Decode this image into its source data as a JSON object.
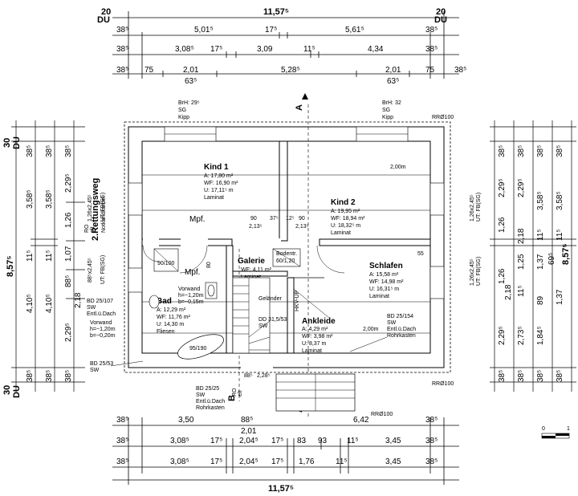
{
  "dims": {
    "top_du_left": [
      "20",
      "DU"
    ],
    "top_du_right": [
      "20",
      "DU"
    ],
    "top_total": "11,57⁵",
    "top_row1": [
      "38⁵",
      "5,01⁵",
      "17⁵",
      "5,61⁵",
      "38⁵"
    ],
    "top_row2": [
      "38⁵",
      "3,08⁵",
      "17⁵",
      "3,09",
      "11⁵",
      "4,34",
      "38⁵"
    ],
    "top_row3": [
      "38⁵",
      "75",
      "2,01",
      "63⁵",
      "5,28⁵",
      "2,01",
      "63⁵",
      "75",
      "38⁵"
    ],
    "bottom_row1": [
      "38⁵",
      "3,50",
      "88⁵",
      "2,01",
      "6,42",
      "38⁵"
    ],
    "bottom_row2": [
      "38⁵",
      "3,08⁵",
      "17⁵",
      "2,04⁵",
      "17⁵",
      "83",
      "93",
      "11⁵",
      "3,45",
      "38⁵"
    ],
    "bottom_row3": [
      "38⁵",
      "3,08⁵",
      "17⁵",
      "2,04⁵",
      "17⁵",
      "1,76",
      "11⁵",
      "3,45",
      "38⁵"
    ],
    "bottom_total": "11,57⁵",
    "left_du_top": [
      "30",
      "DU"
    ],
    "left_du_bottom": [
      "30",
      "DU"
    ],
    "left_total": "8,57⁵",
    "left_col1": [
      "38⁵",
      "3,58⁵",
      "11⁵",
      "4,10⁵",
      "38⁵"
    ],
    "left_col2": [
      "38⁵",
      "3,58⁵",
      "11⁵",
      "4,10⁵",
      "38⁵"
    ],
    "left_col3": [
      "38⁵",
      "2,29⁵",
      "1,26",
      "1,07",
      "88⁵",
      "2,18",
      "2,29⁵",
      "38⁵"
    ],
    "right_total": "8,57⁵",
    "right_col1": [
      "38⁵",
      "2,29⁵",
      "1,26",
      "1,26",
      "2,18",
      "2,29⁵",
      "38⁵"
    ],
    "right_col2": [
      "38⁵",
      "2,29⁵",
      "2,18",
      "1,25",
      "11⁵",
      "2,73⁵",
      "38⁵"
    ],
    "right_col3": [
      "38⁵",
      "3,58⁵",
      "11⁵",
      "1,37",
      "89",
      "1,84⁵",
      "38⁵"
    ],
    "right_col4": [
      "38⁵",
      "3,58⁵",
      "11⁵",
      "1,37",
      "38⁵"
    ],
    "right_69": "69⁵"
  },
  "rooms": {
    "kind1": {
      "name": "Kind 1",
      "a": "A: 17,80 m²",
      "wf": "WF: 16,90 m²",
      "u": "U: 17,11⁵ m",
      "floor": "Laminat"
    },
    "kind2": {
      "name": "Kind 2",
      "a": "A: 19,95 m²",
      "wf": "WF: 18,94 m²",
      "u": "U: 18,32⁵ m",
      "floor": "Laminat"
    },
    "galerie": {
      "name": "Galerie",
      "wf": "WF: 4,11 m²",
      "floor": "Laminat"
    },
    "schlafen": {
      "name": "Schlafen",
      "a": "A: 15,58 m²",
      "wf": "WF: 14,98 m²",
      "u": "U: 16,31⁵ m",
      "floor": "Laminat"
    },
    "bad": {
      "name": "Bad",
      "a": "A: 12,29 m²",
      "wf": "WF: 11,76 m²",
      "u": "U: 14,30 m",
      "floor": "Fliesen"
    },
    "ankleide": {
      "name": "Ankleide",
      "a": "A: 4,29 m²",
      "wf": "WF: 3,98 m²",
      "u": "U: 8,37 m",
      "floor": "Laminat"
    }
  },
  "labels": {
    "brh_left": [
      "BrH: 29⁵",
      "SG",
      "Kipp"
    ],
    "brh_right": [
      "BrH: 32",
      "SG",
      "Kipp"
    ],
    "rr_top": "RRØ100",
    "rr_bottom1": "RRØ100",
    "rr_bottom2": "RRØ100",
    "two_m_top": "2,00m",
    "two_m_bottom": "2,00m",
    "mpf1": "Mpf.",
    "mpf2": "Mpf.",
    "rettungsweg": [
      "2.Rettungsweg",
      "Notkandkurbel"
    ],
    "vorwand_bad": [
      "Vorwand",
      "h=~1,20m",
      "b=~0,15m"
    ],
    "vorwand_left": [
      "Vorwand",
      "h=~1,20m",
      "b=~0,20m"
    ],
    "bd107": [
      "BD 25/107",
      "SW",
      "Entl.ü.Dach"
    ],
    "bd53": [
      "BD 25/53",
      "SW"
    ],
    "bd25": [
      "BD 25/25",
      "SW",
      "Entl.ü.Dach",
      "Rohrkasten"
    ],
    "bd154": [
      "BD 25/154",
      "SW",
      "Entl.ü.Dach",
      "Rohrkasten"
    ],
    "dd": [
      "DD 31,5/53",
      "SW"
    ],
    "gelaender": "Geländer",
    "bodentr": [
      "Bodentr.",
      "60/1,20"
    ],
    "bath_tub": "95/190",
    "shower_dim": "90/100",
    "hkv": "HKV-UP",
    "section_a": "A",
    "section_b": "B",
    "scale": [
      "0",
      "1"
    ],
    "opening_90_a": "90",
    "opening_213_a": "2,13⁵",
    "opening_90_b": "90",
    "opening_213_b": "2,13⁵",
    "opening_37": "37⁵",
    "opening_12": "12⁵",
    "door_80": "80",
    "door_55": "55",
    "win_ro": [
      "RO",
      "elt"
    ],
    "bottom_dim": "88⁵",
    "bottom_dim2": "2,28⁵",
    "bottom_ro": [
      "RO",
      "elt"
    ],
    "right_win1": [
      "1,26x2,45⁵",
      "UT: FB(SG)"
    ],
    "right_win2": [
      "1,26x2,45⁵",
      "UT: FB(SG)"
    ],
    "left_win1": [
      "88⁵x2,45⁵",
      "UT: FB(SG)"
    ],
    "left_win2": [
      "1,26x2,45⁵",
      "UT: FB(SG)"
    ]
  }
}
